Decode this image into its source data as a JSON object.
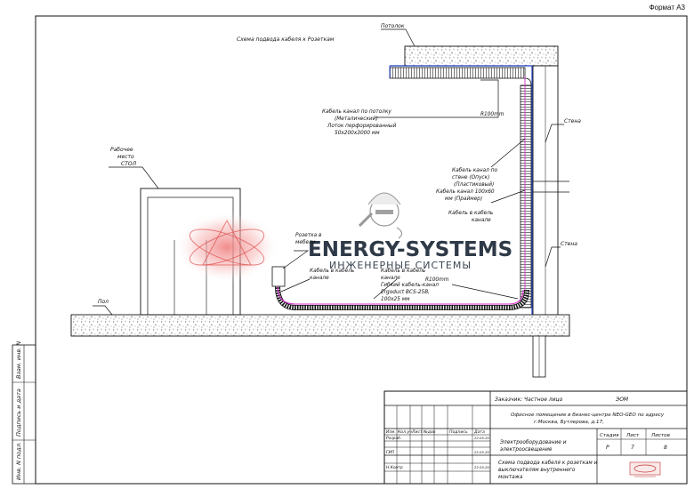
{
  "sheet": {
    "format": "Формат А3",
    "title": "Схема подвода кабеля к Розеткам"
  },
  "labels": {
    "ceiling": "Потолок",
    "wall_top": "Стена",
    "wall_bottom": "Стена",
    "floor": "Пол",
    "desk": [
      "Рабочее",
      "место",
      "СТОЛ"
    ],
    "socket": [
      "Розетка в",
      "мебели"
    ],
    "ceiling_tray": [
      "Кабель канал по потолку",
      "(Металический)",
      "Лоток перфорированный",
      "50х200х3000 мм"
    ],
    "r100_top": "R100mm",
    "r100_bottom": "R100mm",
    "wall_channel": [
      "Кабель канал по",
      "стене (Опуск)",
      "(Пластиковый)",
      "Кабель канал 100х60",
      "мм (Праймер)"
    ],
    "cable_in_channel_right": [
      "Кабель в кабель",
      "канале"
    ],
    "cable_in_channel_left": [
      "Кабель в кабель",
      "канале"
    ],
    "floor_channel": [
      "Кабель в кабель",
      "канале",
      "Гибкий кабель-канал",
      "Ergoduct BCS-25B,",
      "100х25 мм"
    ]
  },
  "watermark": {
    "title": "ENERGY-SYSTEMS",
    "subtitle": "ИНЖЕНЕРНЫЕ СИСТЕМЫ"
  },
  "side_stamp": [
    "Взам. инв. N",
    "Подпись и дата",
    "Инв. N подл."
  ],
  "title_block": {
    "customer": "Заказчик: Частное лицо",
    "code": "ЭОМ",
    "object": [
      "Офисное помещение в бизнес-центре NEO-GEO по адресу",
      "г.Москва, Бутлерова, д.17,"
    ],
    "columns": [
      "Изм.",
      "Кол.уч",
      "Лист",
      "№док",
      "Подпись",
      "Дата"
    ],
    "people": [
      {
        "role": "Разраб.",
        "date": "22.05.20"
      },
      {
        "role": "ГИП",
        "date": "22.05.20"
      },
      {
        "role": "Н.Контр",
        "date": "22.05.20"
      }
    ],
    "section": [
      "Электрооборудование и",
      "электроосвещение"
    ],
    "stage_headers": [
      "Стадия",
      "Лист",
      "Листов"
    ],
    "stage_values": [
      "Р",
      "7",
      "8"
    ],
    "drawing_name": [
      "Схема подвода кабеля к розеткам и",
      "выключателям внутреннего",
      "монтажа"
    ]
  }
}
